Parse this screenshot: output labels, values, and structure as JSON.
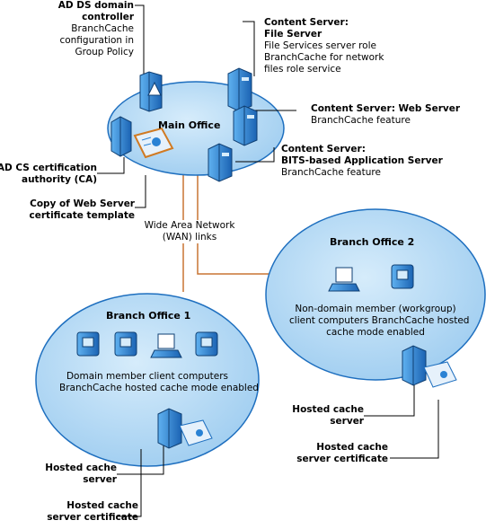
{
  "main_office": {
    "title": "Main Office"
  },
  "branch_office_1": {
    "title": "Branch Office 1",
    "desc_line1": "Domain member client computers",
    "desc_line2": "BranchCache hosted cache mode enabled"
  },
  "branch_office_2": {
    "title": "Branch Office 2",
    "desc_line1": "Non-domain member (workgroup)",
    "desc_line2": "client computers BranchCache hosted",
    "desc_line3": "cache mode enabled"
  },
  "wan": {
    "line1": "Wide Area Network",
    "line2": "(WAN) links"
  },
  "callouts": {
    "ad_ds": {
      "title1": "AD DS domain",
      "title2": "controller",
      "line1": "BranchCache",
      "line2": "configuration in",
      "line3": "Group Policy"
    },
    "file_server": {
      "title1": "Content Server:",
      "title2": "File Server",
      "line1": "File Services server role",
      "line2": "BranchCache for network",
      "line3": "files role service"
    },
    "web_server": {
      "title1": "Content Server: Web Server",
      "line1": "BranchCache feature"
    },
    "bits_server": {
      "title1": "Content Server:",
      "title2": "BITS-based Application Server",
      "line1": "BranchCache feature"
    },
    "ad_cs": {
      "title1": "AD CS certification",
      "title2": "authority (CA)"
    },
    "cert_template": {
      "title1": "Copy of Web Server",
      "title2": "certificate template"
    },
    "bo1_hc_server": {
      "title1": "Hosted cache",
      "title2": "server"
    },
    "bo1_hc_cert": {
      "title1": "Hosted cache",
      "title2": "server certificate"
    },
    "bo2_hc_server": {
      "title1": "Hosted cache",
      "title2": "server"
    },
    "bo2_hc_cert": {
      "title1": "Hosted cache",
      "title2": "server certificate"
    }
  },
  "colors": {
    "site_fill": "#b9dcf5",
    "site_stroke": "#1e6fbf",
    "wan_link": "#c87533",
    "leader_line": "#000000",
    "device_blue": "#2a82d4",
    "device_dark": "#144f8c",
    "certificate_fill": "#e6f1fb"
  }
}
